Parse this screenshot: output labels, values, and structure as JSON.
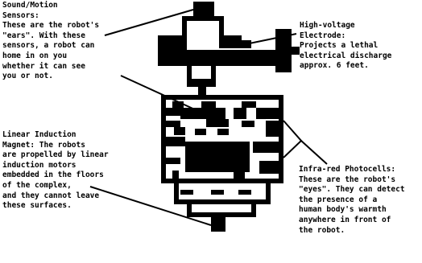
{
  "labels": {
    "sensors": {
      "title": "Sound/Motion",
      "lines": [
        "Sensors:",
        "These are the robot's",
        "\"ears\". With these",
        "sensors, a robot can",
        "home in on you",
        "whether it can see",
        "you or not."
      ]
    },
    "electrode": {
      "title": "High-voltage",
      "lines": [
        "Electrode:",
        "Projects a lethal",
        "electrical discharge",
        "approx. 6 feet."
      ]
    },
    "magnet": {
      "title": "Linear Induction",
      "lines": [
        "Magnet:   The robots",
        "are propelled by linear",
        "induction motors",
        "embedded in the floors",
        "of the complex,",
        "and they cannot leave",
        "these surfaces."
      ]
    },
    "photocells": {
      "title": "Infra-red Photocells:",
      "lines": [
        "These are the robot's",
        "\"eyes\". They can detect",
        "the presence of a",
        "human body's warmth",
        "anywhere in front of",
        "the robot."
      ]
    }
  },
  "colors": {
    "ink": "#000000",
    "paper": "#ffffff"
  }
}
